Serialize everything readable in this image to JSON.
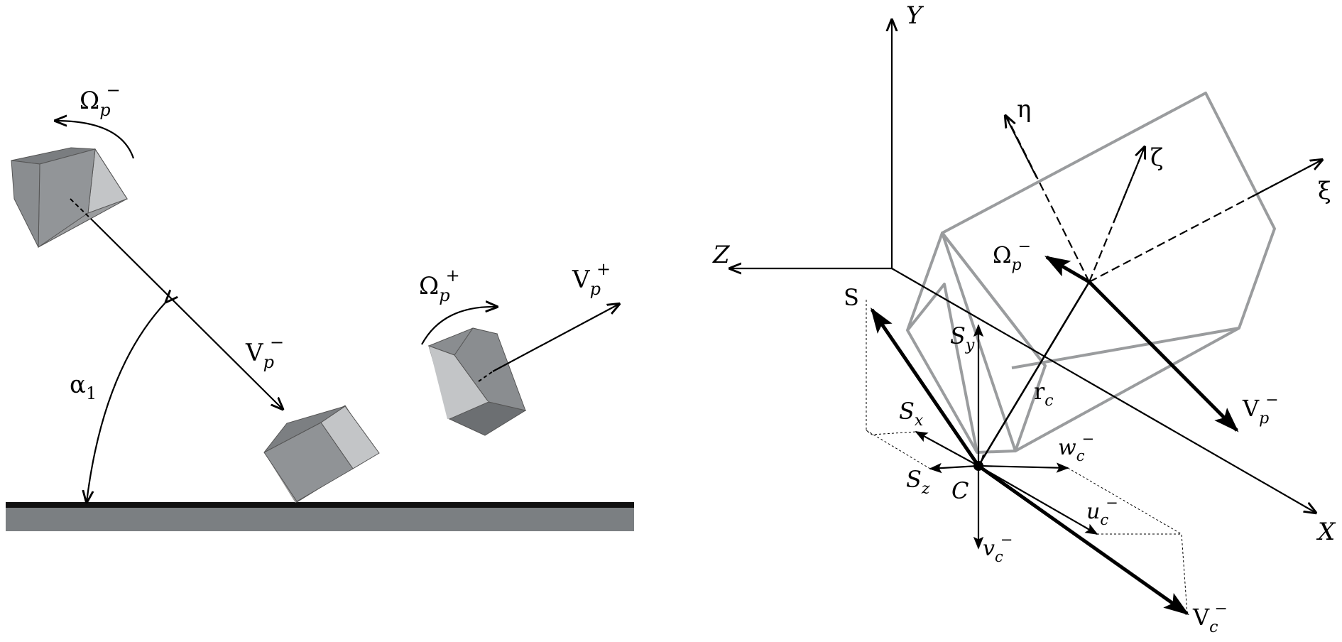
{
  "left_panel": {
    "omega_before": {
      "sym": "Ω",
      "sub": "p",
      "sup": "−"
    },
    "omega_after": {
      "sym": "Ω",
      "sub": "p",
      "sup": "+"
    },
    "v_before": {
      "sym": "V",
      "sub": "p",
      "sup": "−"
    },
    "v_after": {
      "sym": "V",
      "sub": "p",
      "sup": "+"
    },
    "angle": {
      "sym": "α",
      "sub": "1"
    }
  },
  "right_panel": {
    "axes": {
      "x": "X",
      "y": "Y",
      "z": "Z"
    },
    "body_axes": {
      "eta": "η",
      "zeta": "ζ",
      "xi": "ξ"
    },
    "omega": {
      "sym": "Ω",
      "sub": "p",
      "sup": "−"
    },
    "v_p": {
      "sym": "V",
      "sub": "p",
      "sup": "−"
    },
    "r_c": {
      "sym": "r",
      "sub": "c"
    },
    "s": "S",
    "s_x": {
      "sym": "S",
      "sub": "x"
    },
    "s_y": {
      "sym": "S",
      "sub": "y"
    },
    "s_z": {
      "sym": "S",
      "sub": "z"
    },
    "c_point": "C",
    "w_c": {
      "sym": "w",
      "sub": "c",
      "sup": "−"
    },
    "u_c": {
      "sym": "u",
      "sub": "c",
      "sup": "−"
    },
    "v_c": {
      "sym": "v",
      "sub": "c",
      "sup": "−"
    },
    "V_c": {
      "sym": "V",
      "sub": "c",
      "sup": "−"
    }
  },
  "colors": {
    "ink": "#000000",
    "ground": "#7b7f82",
    "cube_top": "#8a8d90",
    "cube_left": "#9a9c9e",
    "cube_right": "#c3c5c7",
    "cube_dark": "#666a6d",
    "prism": "#9a9c9e"
  }
}
